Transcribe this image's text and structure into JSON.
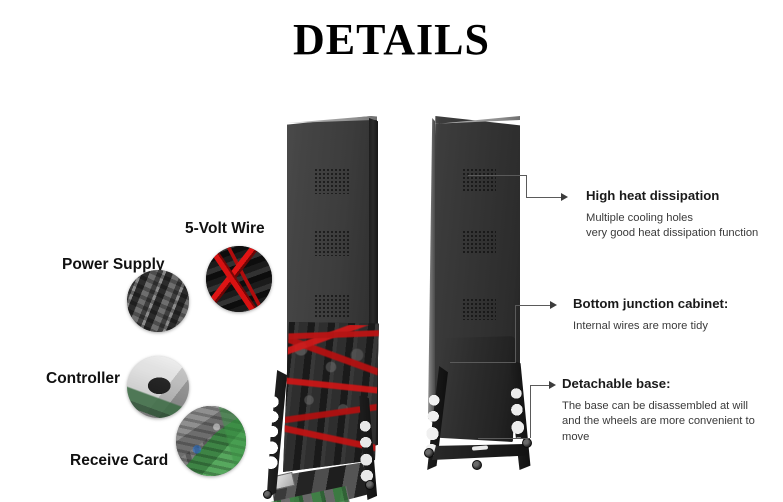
{
  "page": {
    "title": "DETAILS",
    "background_color": "#ffffff"
  },
  "left_labels": [
    {
      "id": "five-volt-wire",
      "text": "5-Volt Wire"
    },
    {
      "id": "power-supply",
      "text": "Power Supply"
    },
    {
      "id": "controller",
      "text": "Controller"
    },
    {
      "id": "receive-card",
      "text": "Receive Card"
    }
  ],
  "insets": [
    {
      "id": "power-supply-inset",
      "caption": "Power Supply"
    },
    {
      "id": "five-volt-wire-inset",
      "caption": "5-Volt Wire"
    },
    {
      "id": "controller-inset",
      "caption": "Controller"
    },
    {
      "id": "receive-card-inset",
      "caption": "Receive Card"
    }
  ],
  "callouts": [
    {
      "id": "high-heat-dissipation",
      "title": "High heat dissipation",
      "body": "Multiple cooling holes\nvery good heat dissipation function"
    },
    {
      "id": "bottom-junction-cabinet",
      "title": "Bottom junction cabinet:",
      "body": "Internal wires are more tidy"
    },
    {
      "id": "detachable-base",
      "title": "Detachable base:",
      "body": "The base can be disassembled at will\nand the wheels are more convenient to\nmove"
    }
  ],
  "products": [
    {
      "id": "led-poster-open",
      "state": "service panel open, internals exposed"
    },
    {
      "id": "led-poster-closed",
      "state": "closed, rear view"
    }
  ],
  "colors": {
    "title_text": "#000000",
    "label_text": "#111111",
    "callout_title": "#1a1a1a",
    "callout_body": "#3a3a3a",
    "cabinet_dark": "#3c3c3c",
    "cabinet_edge": "#1d1d1d",
    "wire_red": "#d81111",
    "pcb_green": "#3e8445",
    "leader_line": "#5a5a5a"
  }
}
